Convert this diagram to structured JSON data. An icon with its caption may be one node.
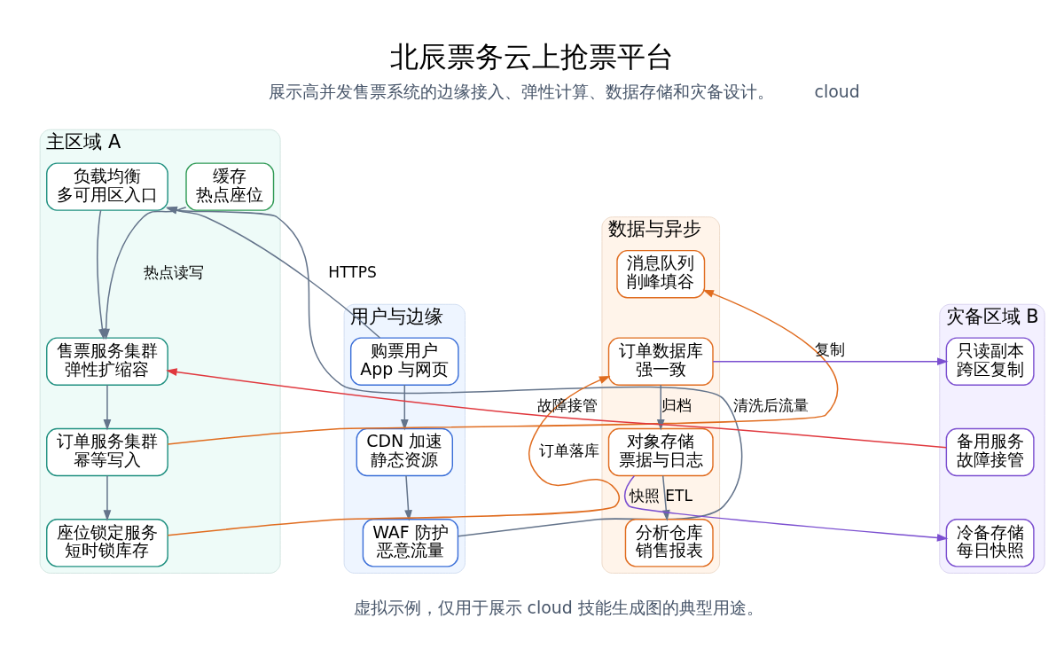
{
  "diagram": {
    "title": "北辰票务云上抢票平台",
    "nodes": [
      {
        "text": [
          "用户与边缘"
        ]
      },
      {
        "text": [
          "购票用户",
          "App 与网页"
        ],
        "in": 0
      },
      {
        "text": [
          "CDN 加速",
          "静态资源"
        ],
        "in": 0
      },
      {
        "text": [
          "WAF 防护",
          "恶意流量"
        ],
        "in": 0
      },
      {
        "text": [
          "主区域 A"
        ]
      },
      {
        "text": [
          "负载均衡",
          "多可用区入口"
        ],
        "in": 4
      },
      {
        "text": [
          "售票服务集群",
          "弹性扩缩容"
        ],
        "in": 4
      },
      {
        "text": [
          "订单服务集群",
          "幂等写入"
        ],
        "in": 4
      },
      {
        "text": [
          "座位锁定服务",
          "短时锁库存"
        ],
        "in": 4
      },
      {
        "text": [
          "缓存",
          "热点座位"
        ],
        "in": 4
      },
      {
        "text": [
          "数据与异步"
        ]
      },
      {
        "text": [
          "消息队列",
          "削峰填谷"
        ],
        "in": 10
      },
      {
        "text": [
          "订单数据库",
          "强一致"
        ],
        "in": 10
      },
      {
        "text": [
          "对象存储",
          "票据与日志"
        ],
        "in": 10
      },
      {
        "text": [
          "分析仓库",
          "销售报表"
        ],
        "in": 10
      },
      {
        "text": [
          "灾备区域 B"
        ]
      },
      {
        "text": [
          "只读副本",
          "跨区复制"
        ],
        "in": 15
      },
      {
        "text": [
          "备用服务",
          "故障接管"
        ],
        "in": 15
      },
      {
        "text": [
          "冷备存储",
          "每日快照"
        ],
        "in": 15
      }
    ],
    "edges": [
      {
        "from": 1,
        "to": 5,
        "arrow": "to",
        "label": "HTTPS"
      },
      {
        "from": 1,
        "to": 2,
        "arrow": "to"
      },
      {
        "from": 2,
        "to": 3,
        "arrow": "to"
      },
      {
        "from": 3,
        "to": 5,
        "arrow": "to",
        "label": "清洗后流量"
      },
      {
        "from": 5,
        "to": 6,
        "arrow": "to"
      },
      {
        "from": 6,
        "to": 7,
        "arrow": "to"
      },
      {
        "from": 7,
        "to": 8,
        "arrow": "to"
      },
      {
        "from": 9,
        "to": 6,
        "arrow": "to",
        "label": "热点读写"
      },
      {
        "from": 7,
        "to": 11,
        "arrow": "to",
        "color": "#e06c1f"
      },
      {
        "from": 8,
        "to": 12,
        "arrow": "to",
        "label": "订单落库",
        "color": "#e06c1f"
      },
      {
        "from": 12,
        "to": 13,
        "arrow": "to",
        "label": "归档"
      },
      {
        "from": 13,
        "to": 14,
        "arrow": "to",
        "label": "ETL"
      },
      {
        "from": 12,
        "to": 16,
        "arrow": "to",
        "label": "复制",
        "color": "#7b4fd0"
      },
      {
        "from": 13,
        "to": 18,
        "arrow": "to",
        "label": "快照",
        "color": "#7b4fd0"
      },
      {
        "from": 17,
        "to": 6,
        "arrow": "to",
        "label": "故障接管",
        "color": "#e0383e"
      }
    ],
    "labels": [
      "展示高并发售票系统的边缘接入、弹性计算、数据存储和灾备设计。",
      "cloud",
      "虚拟示例，仅用于展示 cloud 技能生成图的典型用途。"
    ]
  }
}
